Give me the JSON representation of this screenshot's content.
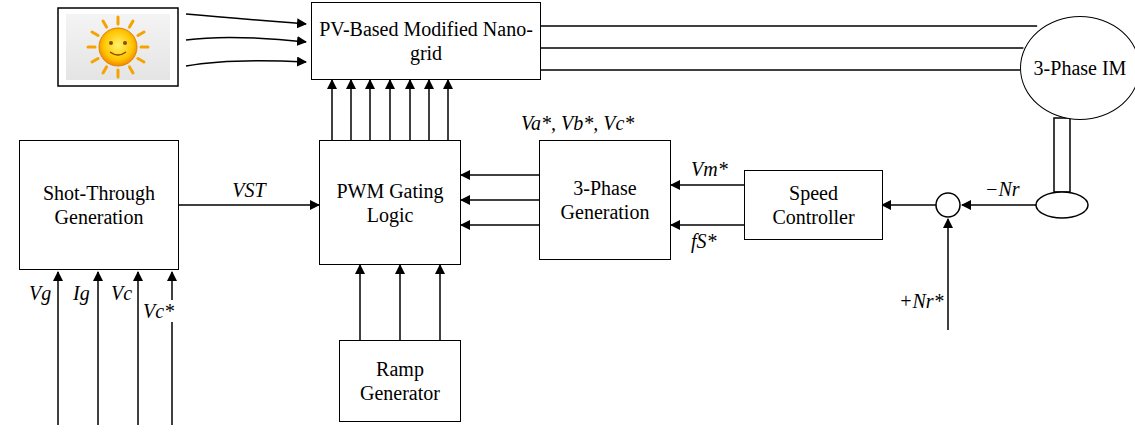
{
  "diagram": {
    "nodes": [
      {
        "text": [
          "PV-Based Modified Nano-grid"
        ]
      },
      {
        "text": [
          "3-Phase IM"
        ]
      },
      {
        "text": [
          "Shot-Through Generation"
        ]
      },
      {
        "text": [
          "PWM Gating Logic"
        ]
      },
      {
        "text": [
          "3-Phase Generation"
        ]
      },
      {
        "text": [
          "Speed Controller"
        ]
      },
      {
        "text": [
          "Ramp Generator"
        ]
      }
    ],
    "edges": [
      {
        "from": 2,
        "to": 3,
        "arrow": "to",
        "label": "VST"
      },
      {
        "from": 3,
        "to": 0,
        "arrow": "to"
      },
      {
        "from": 3,
        "to": 0,
        "arrow": "to"
      },
      {
        "from": 3,
        "to": 0,
        "arrow": "to"
      },
      {
        "from": 3,
        "to": 0,
        "arrow": "to"
      },
      {
        "from": 3,
        "to": 0,
        "arrow": "to"
      },
      {
        "from": 3,
        "to": 0,
        "arrow": "to"
      },
      {
        "from": 3,
        "to": 0,
        "arrow": "to"
      },
      {
        "from": 0,
        "to": 1,
        "arrow": "none"
      },
      {
        "from": 0,
        "to": 1,
        "arrow": "none"
      },
      {
        "from": 0,
        "to": 1,
        "arrow": "none"
      },
      {
        "from": 4,
        "to": 3,
        "arrow": "to"
      },
      {
        "from": 4,
        "to": 3,
        "arrow": "to"
      },
      {
        "from": 4,
        "to": 3,
        "arrow": "to"
      },
      {
        "from": 5,
        "to": 4,
        "arrow": "to"
      },
      {
        "from": 5,
        "to": 4,
        "arrow": "to"
      },
      {
        "from": 6,
        "to": 3,
        "arrow": "to"
      },
      {
        "from": 6,
        "to": 3,
        "arrow": "to"
      },
      {
        "from": 6,
        "to": 3,
        "arrow": "to"
      }
    ],
    "labels": [
      "Va*, Vb*, Vc*",
      "Vm*",
      "fS*",
      "−Nr",
      "+Nr*",
      "Vg",
      "Ig",
      "Vc",
      "Vc*"
    ]
  }
}
